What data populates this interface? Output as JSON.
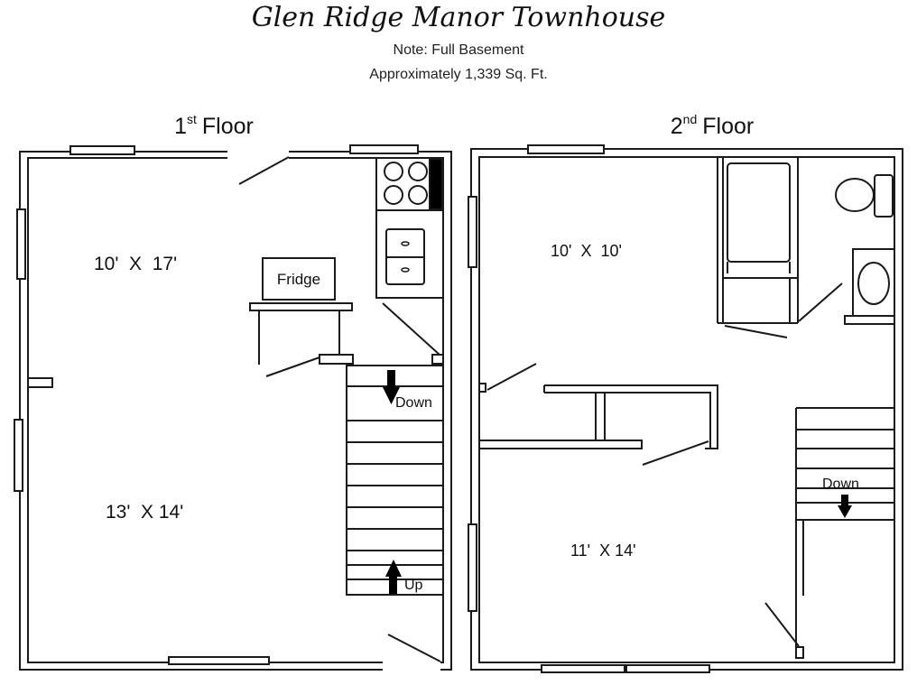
{
  "title": "Glen Ridge Manor Townhouse",
  "note": "Note: Full Basement",
  "area": "Approximately 1,339 Sq. Ft.",
  "floor1": {
    "label": "1st Floor",
    "label_num": "1",
    "label_sup": "st",
    "label_word": "Floor",
    "rooms": [
      "10'  X  17'",
      "13'  X 14'"
    ],
    "fridge": "Fridge",
    "stairs_down": "Down",
    "stairs_up": "Up"
  },
  "floor2": {
    "label": "2nd Floor",
    "label_num": "2",
    "label_sup": "nd",
    "label_word": "Floor",
    "rooms": [
      "10'  X  10'",
      "11'  X 14'"
    ],
    "stairs_down": "Down"
  }
}
